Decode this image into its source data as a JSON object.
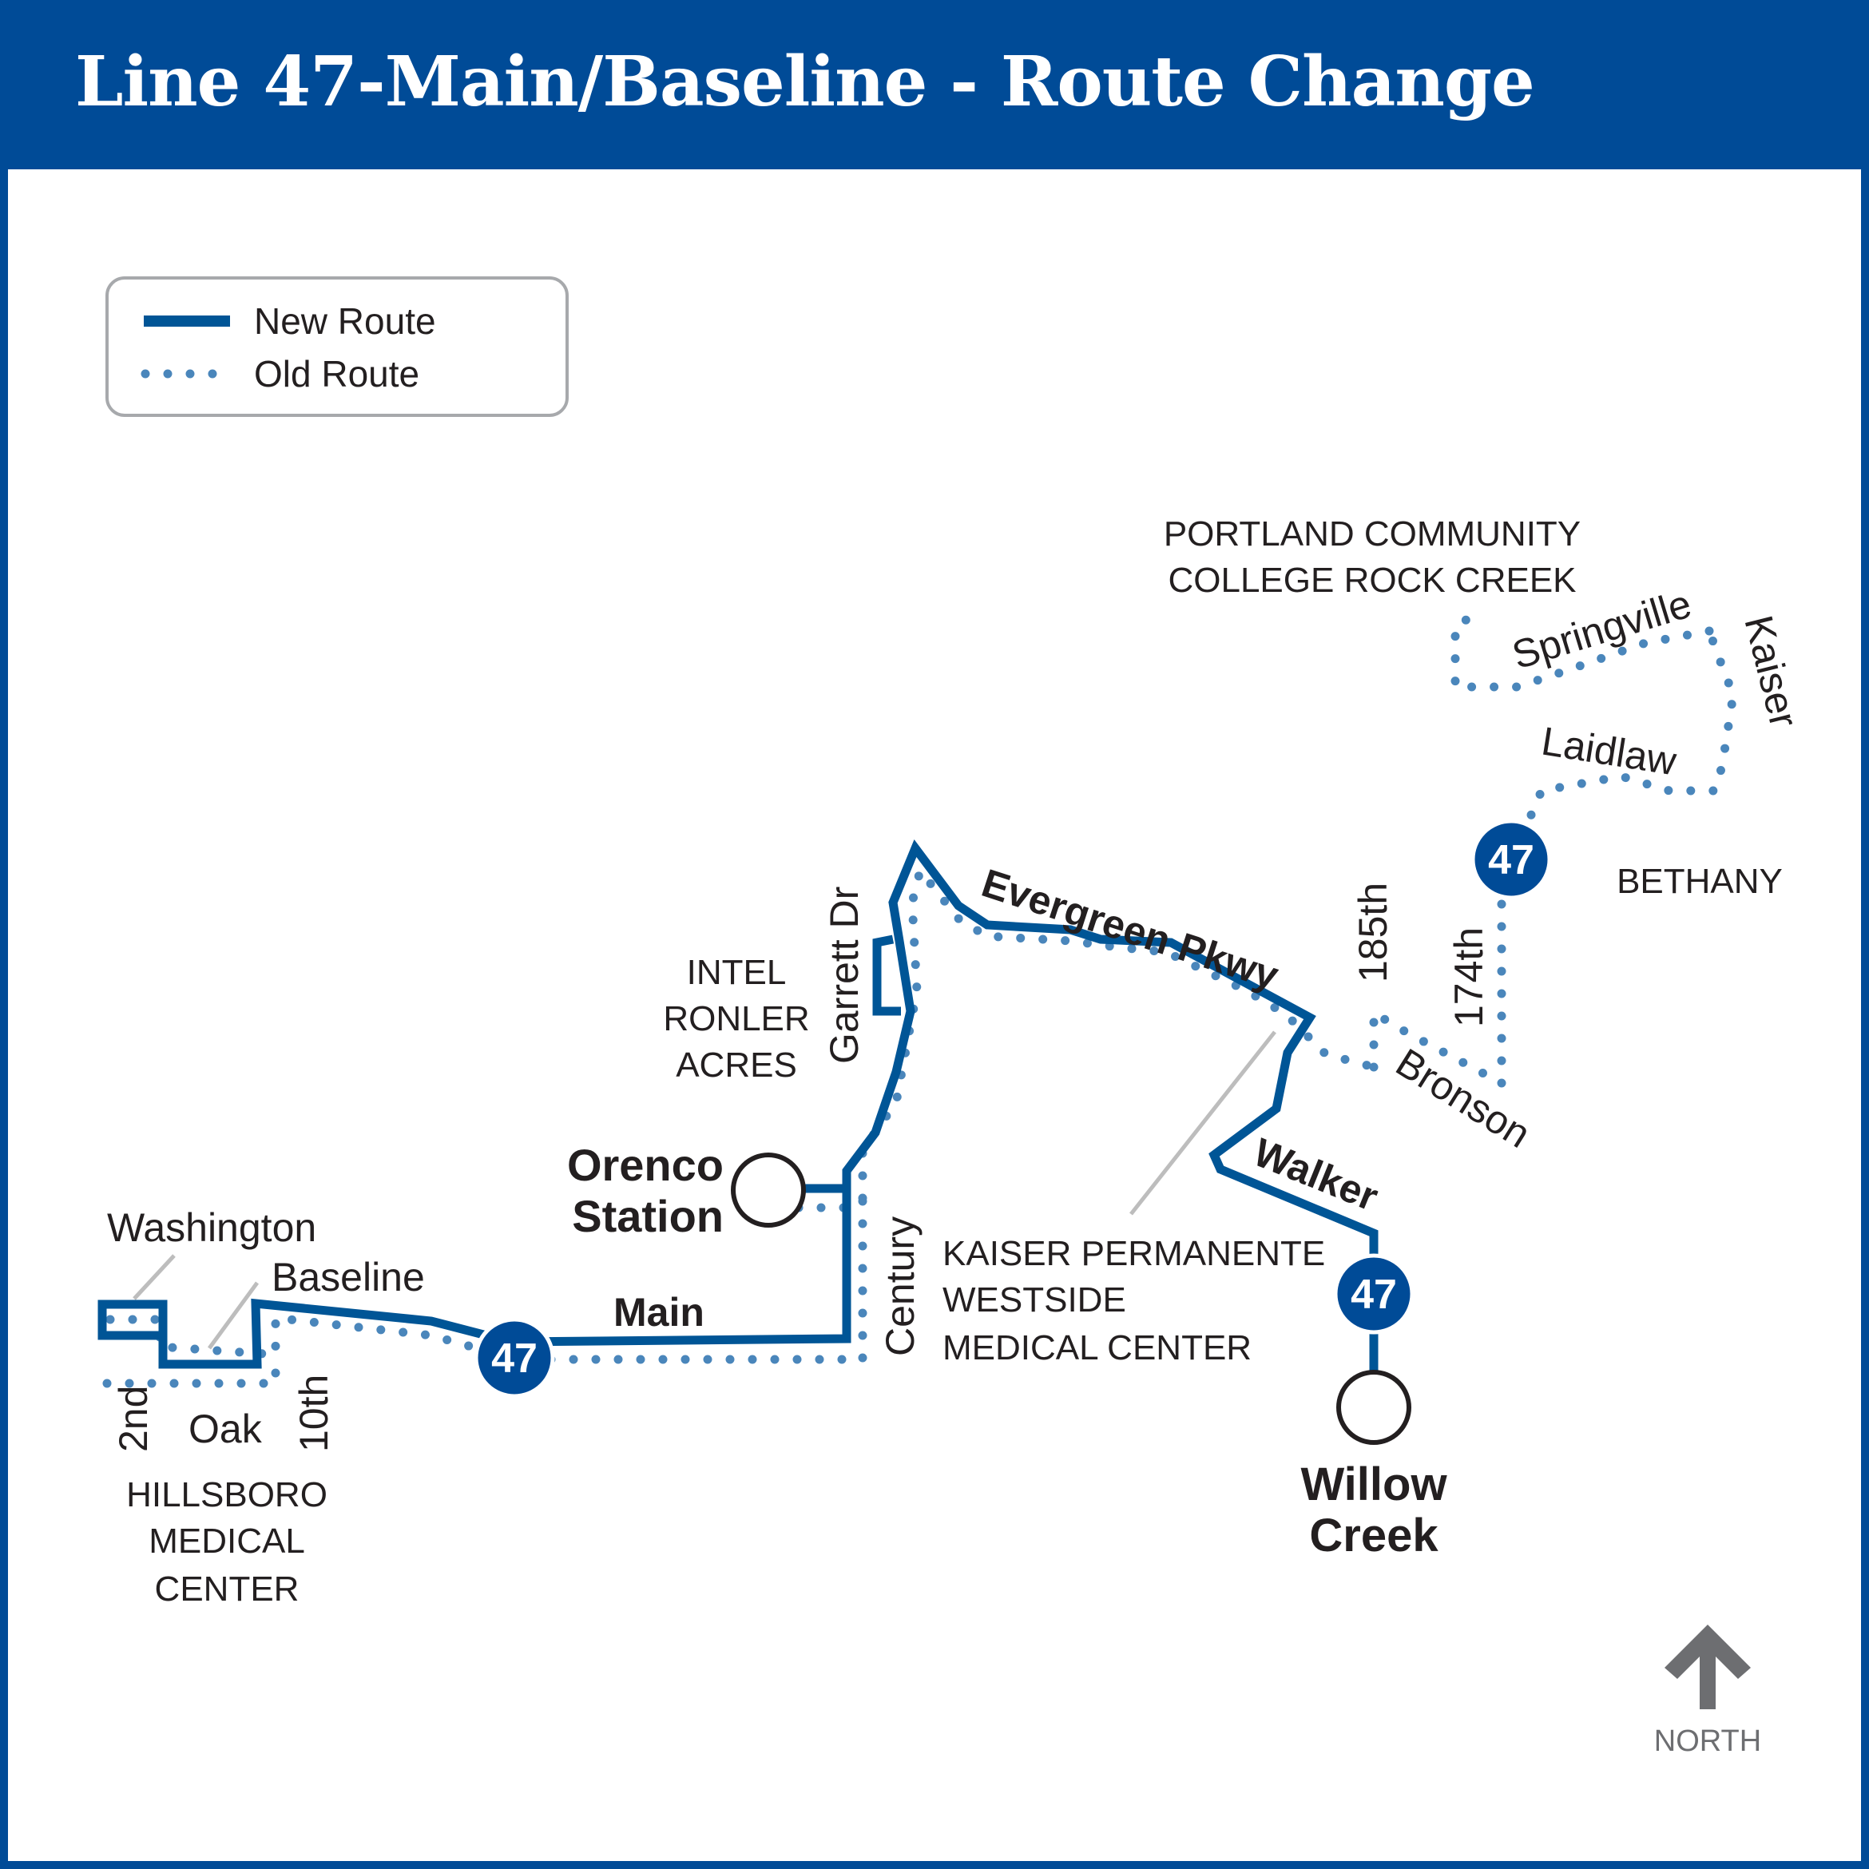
{
  "header": {
    "title": "Line 47-Main/Baseline - Route Change"
  },
  "legend": {
    "new_route": "New Route",
    "old_route": "Old Route"
  },
  "route_badge": "47",
  "places": {
    "pcc_line1": "PORTLAND COMMUNITY",
    "pcc_line2": "COLLEGE ROCK CREEK",
    "bethany": "BETHANY",
    "intel_line1": "INTEL",
    "intel_line2": "RONLER",
    "intel_line3": "ACRES",
    "kaiser_line1": "KAISER PERMANENTE",
    "kaiser_line2": "WESTSIDE",
    "kaiser_line3": "MEDICAL CENTER",
    "hillsboro_line1": "HILLSBORO",
    "hillsboro_line2": "MEDICAL",
    "hillsboro_line3": "CENTER"
  },
  "stations": {
    "orenco_line1": "Orenco",
    "orenco_line2": "Station",
    "willow_line1": "Willow",
    "willow_line2": "Creek"
  },
  "streets": {
    "washington": "Washington",
    "baseline": "Baseline",
    "second": "2nd",
    "oak": "Oak",
    "tenth": "10th",
    "main": "Main",
    "century": "Century",
    "garrett": "Garrett Dr",
    "evergreen": "Evergreen Pkwy",
    "walker": "Walker",
    "st185": "185th",
    "st174": "174th",
    "bronson": "Bronson",
    "springville": "Springville",
    "kaiser": "Kaiser",
    "laidlaw": "Laidlaw"
  },
  "north": {
    "label": "NORTH"
  },
  "colors": {
    "header": "#004b97",
    "new_route": "#005596",
    "old_route": "#4a86bb",
    "station_badge": "#004b97",
    "leader_line": "#bdbdbd",
    "north_arrow": "#6d6e71"
  }
}
